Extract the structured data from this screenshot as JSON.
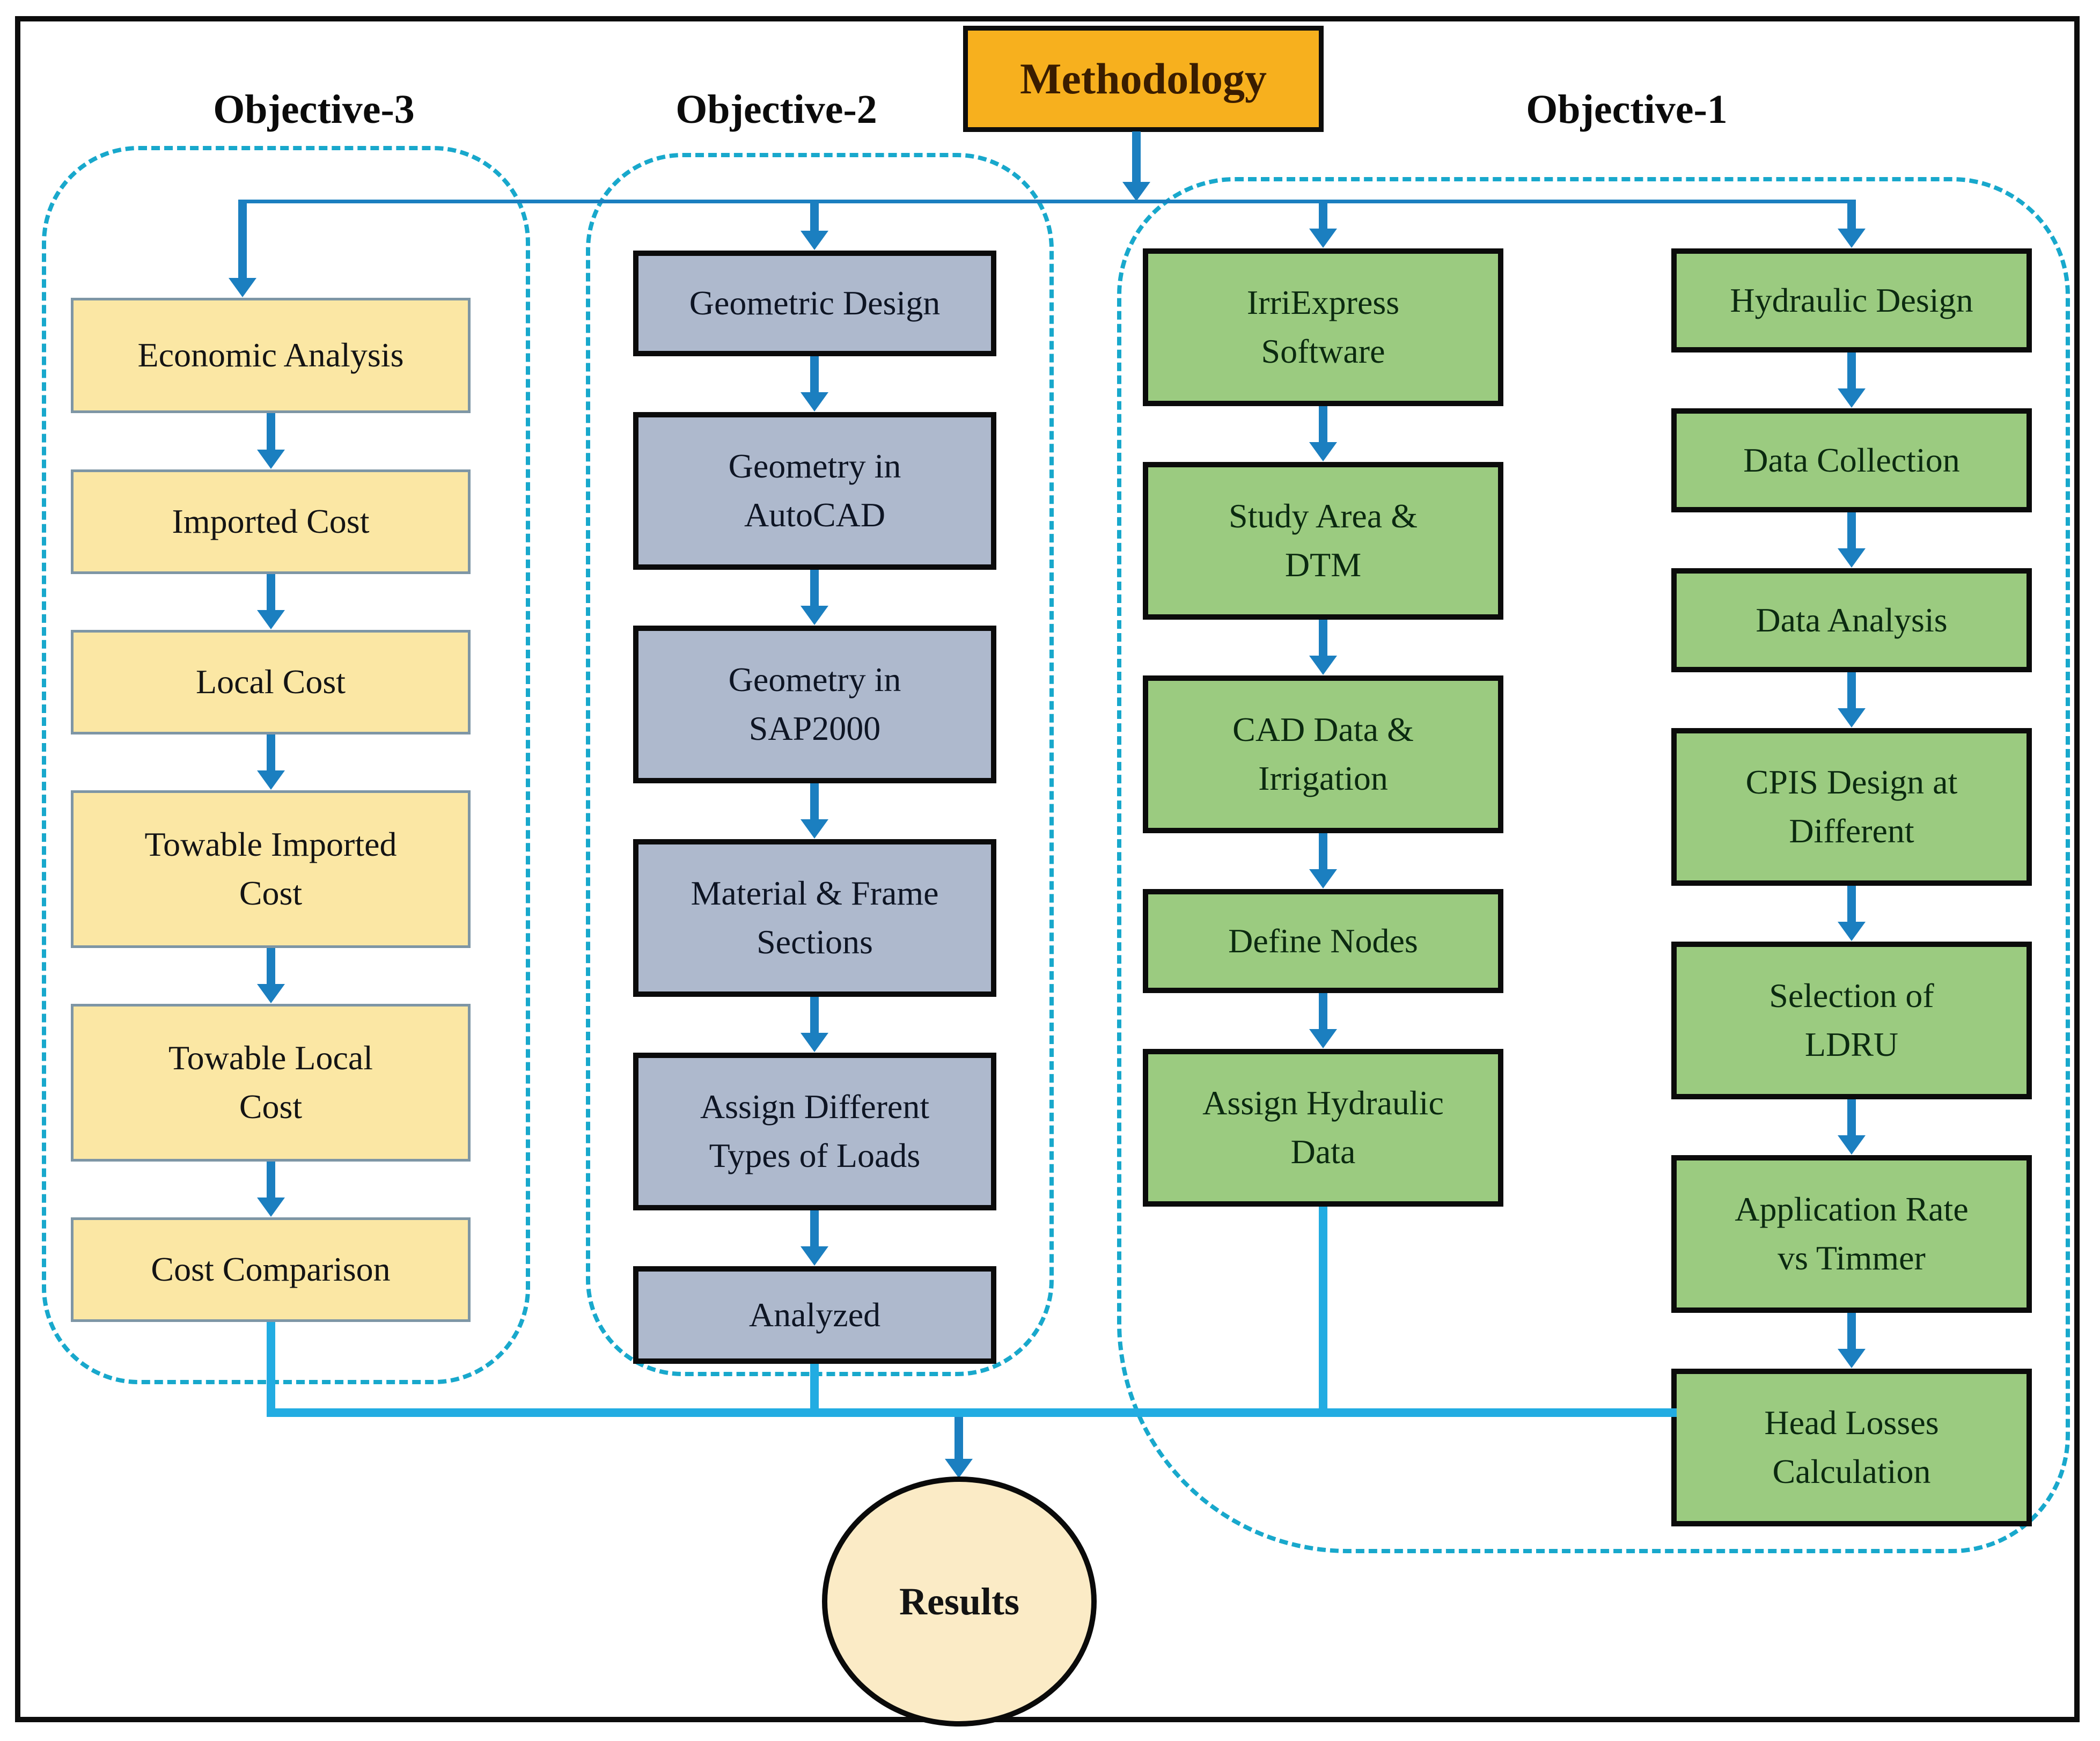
{
  "figure": {
    "methodology_label": "Methodology",
    "results_label": "Results",
    "groups": {
      "objective3": {
        "label": "Objective-3",
        "boxes": [
          "Economic Analysis",
          "Imported Cost",
          "Local Cost",
          "Towable Imported\nCost",
          "Towable Local\nCost",
          "Cost Comparison"
        ]
      },
      "objective2": {
        "label": "Objective-2",
        "boxes": [
          "Geometric Design",
          "Geometry in\nAutoCAD",
          "Geometry in\nSAP2000",
          "Material & Frame\nSections",
          "Assign Different\nTypes of Loads",
          "Analyzed"
        ]
      },
      "objective1": {
        "label": "Objective-1",
        "left_boxes": [
          "IrriExpress\nSoftware",
          "Study Area &\nDTM",
          "CAD Data &\nIrrigation",
          "Define Nodes",
          "Assign Hydraulic\nData"
        ],
        "right_boxes": [
          "Hydraulic Design",
          "Data Collection",
          "Data Analysis",
          "CPIS Design at\nDifferent",
          "Selection of\nLDRU",
          "Application Rate\nvs Timmer",
          "Head Losses\nCalculation"
        ]
      }
    },
    "colors": {
      "methodology_fill": "#f7b01e",
      "objective3_fill": "#fbe7a4",
      "objective2_fill": "#aeb9cd",
      "objective1_fill": "#9bcb80",
      "results_fill": "#fbebc6",
      "arrow_blue": "#1b7fc0",
      "bus_cyan": "#22ace2",
      "dashed_border": "#18a8cc"
    }
  }
}
